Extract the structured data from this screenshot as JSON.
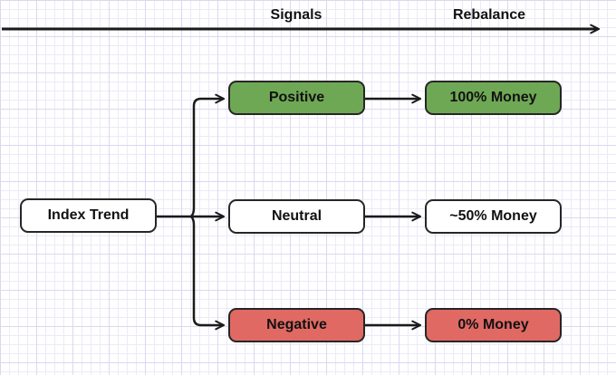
{
  "diagram": {
    "header": {
      "signals_label": "Signals",
      "rebalance_label": "Rebalance"
    },
    "nodes": {
      "index_trend": {
        "label": "Index Trend",
        "color": "#ffffff"
      },
      "positive": {
        "label": "Positive",
        "color": "#6fa855"
      },
      "neutral": {
        "label": "Neutral",
        "color": "#ffffff"
      },
      "negative": {
        "label": "Negative",
        "color": "#e06964"
      },
      "money_100": {
        "label": "100% Money",
        "color": "#6fa855"
      },
      "money_50": {
        "label": "~50% Money",
        "color": "#ffffff"
      },
      "money_0": {
        "label": "0% Money",
        "color": "#e06964"
      }
    },
    "colors": {
      "positive_green": "#6fa855",
      "negative_red": "#e06964",
      "node_border": "#262626",
      "arrow_stroke": "#1a1a1a",
      "grid_minor": "#eceaf8",
      "grid_major": "#dcd8ee",
      "background": "#ffffff"
    }
  }
}
